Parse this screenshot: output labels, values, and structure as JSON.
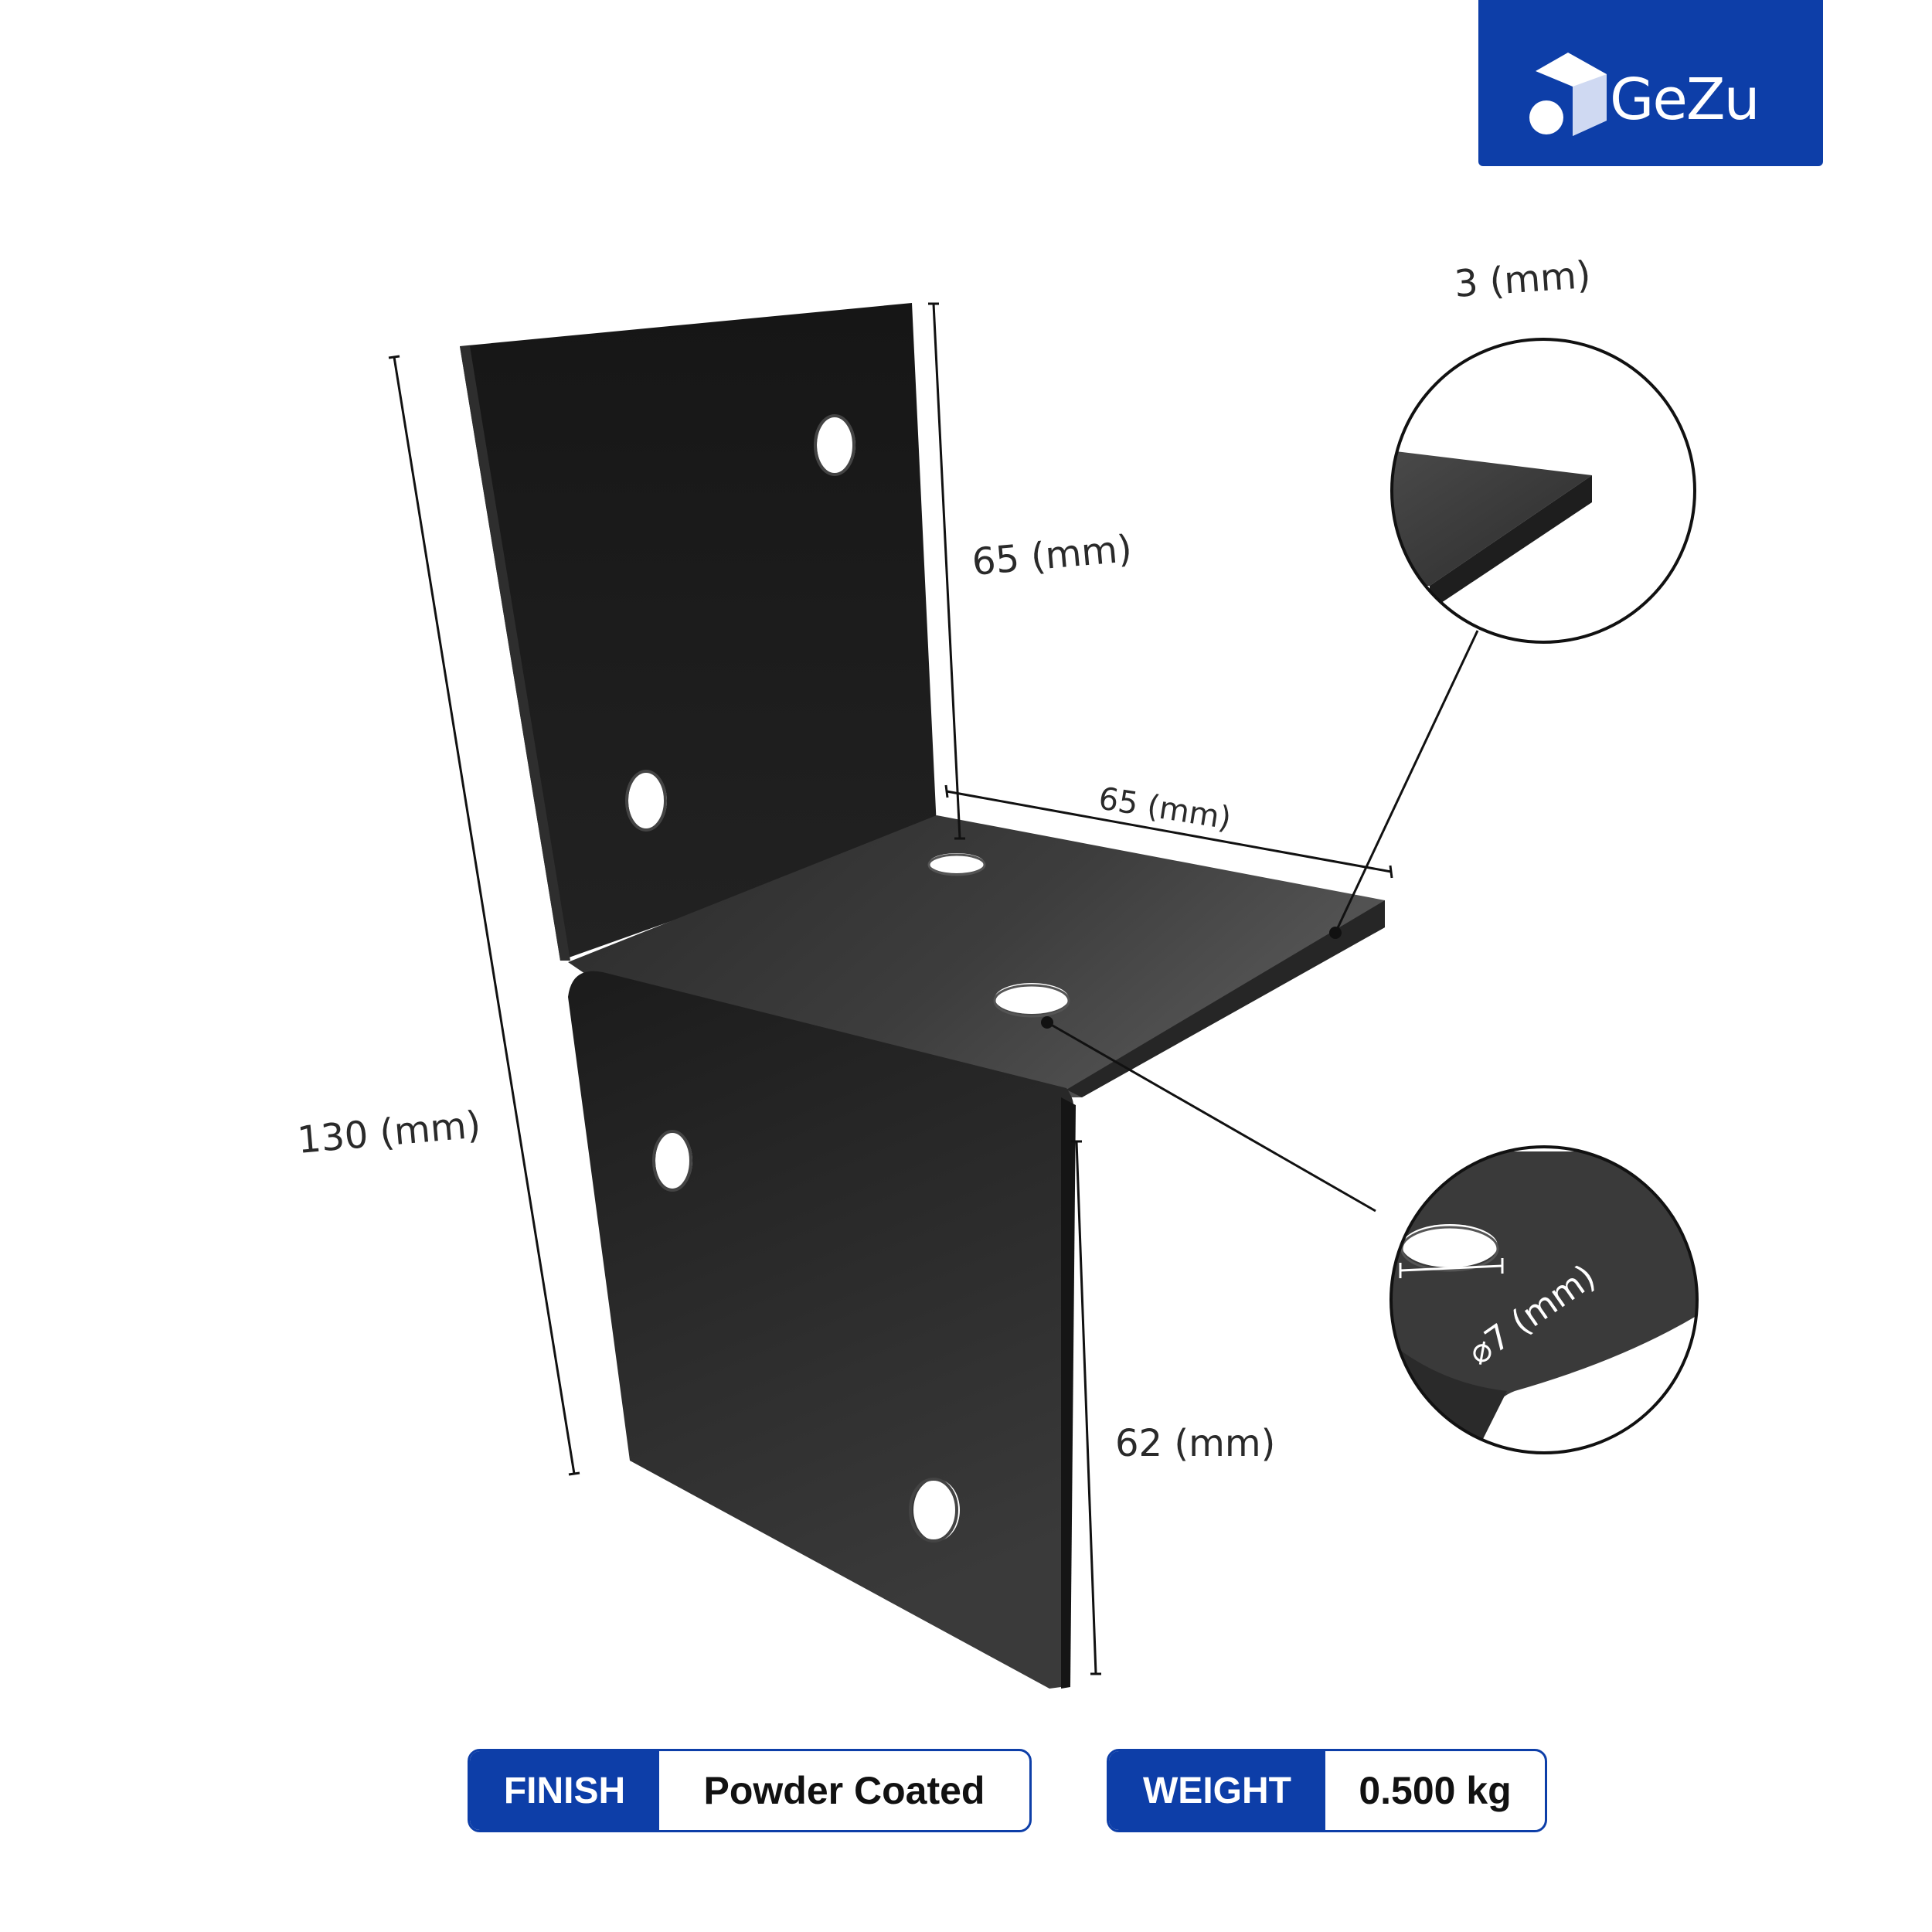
{
  "brand": {
    "name": "GeZu",
    "color": "#0d3ea8"
  },
  "dimensions": {
    "thickness": "3 (mm)",
    "upper_height": "65 (mm)",
    "depth": "65 (mm)",
    "total_height": "130 (mm)",
    "lower_height": "62 (mm)",
    "hole_diameter": "⌀7 (mm)"
  },
  "specs": {
    "finish": {
      "key": "FINISH",
      "value": "Powder Coated"
    },
    "weight": {
      "key": "WEIGHT",
      "value": "0.500 kg"
    }
  },
  "icons": [
    "brand-logo-icon"
  ],
  "colors": {
    "bracket": "#1c1c1c",
    "accent": "#0d3ea8"
  }
}
